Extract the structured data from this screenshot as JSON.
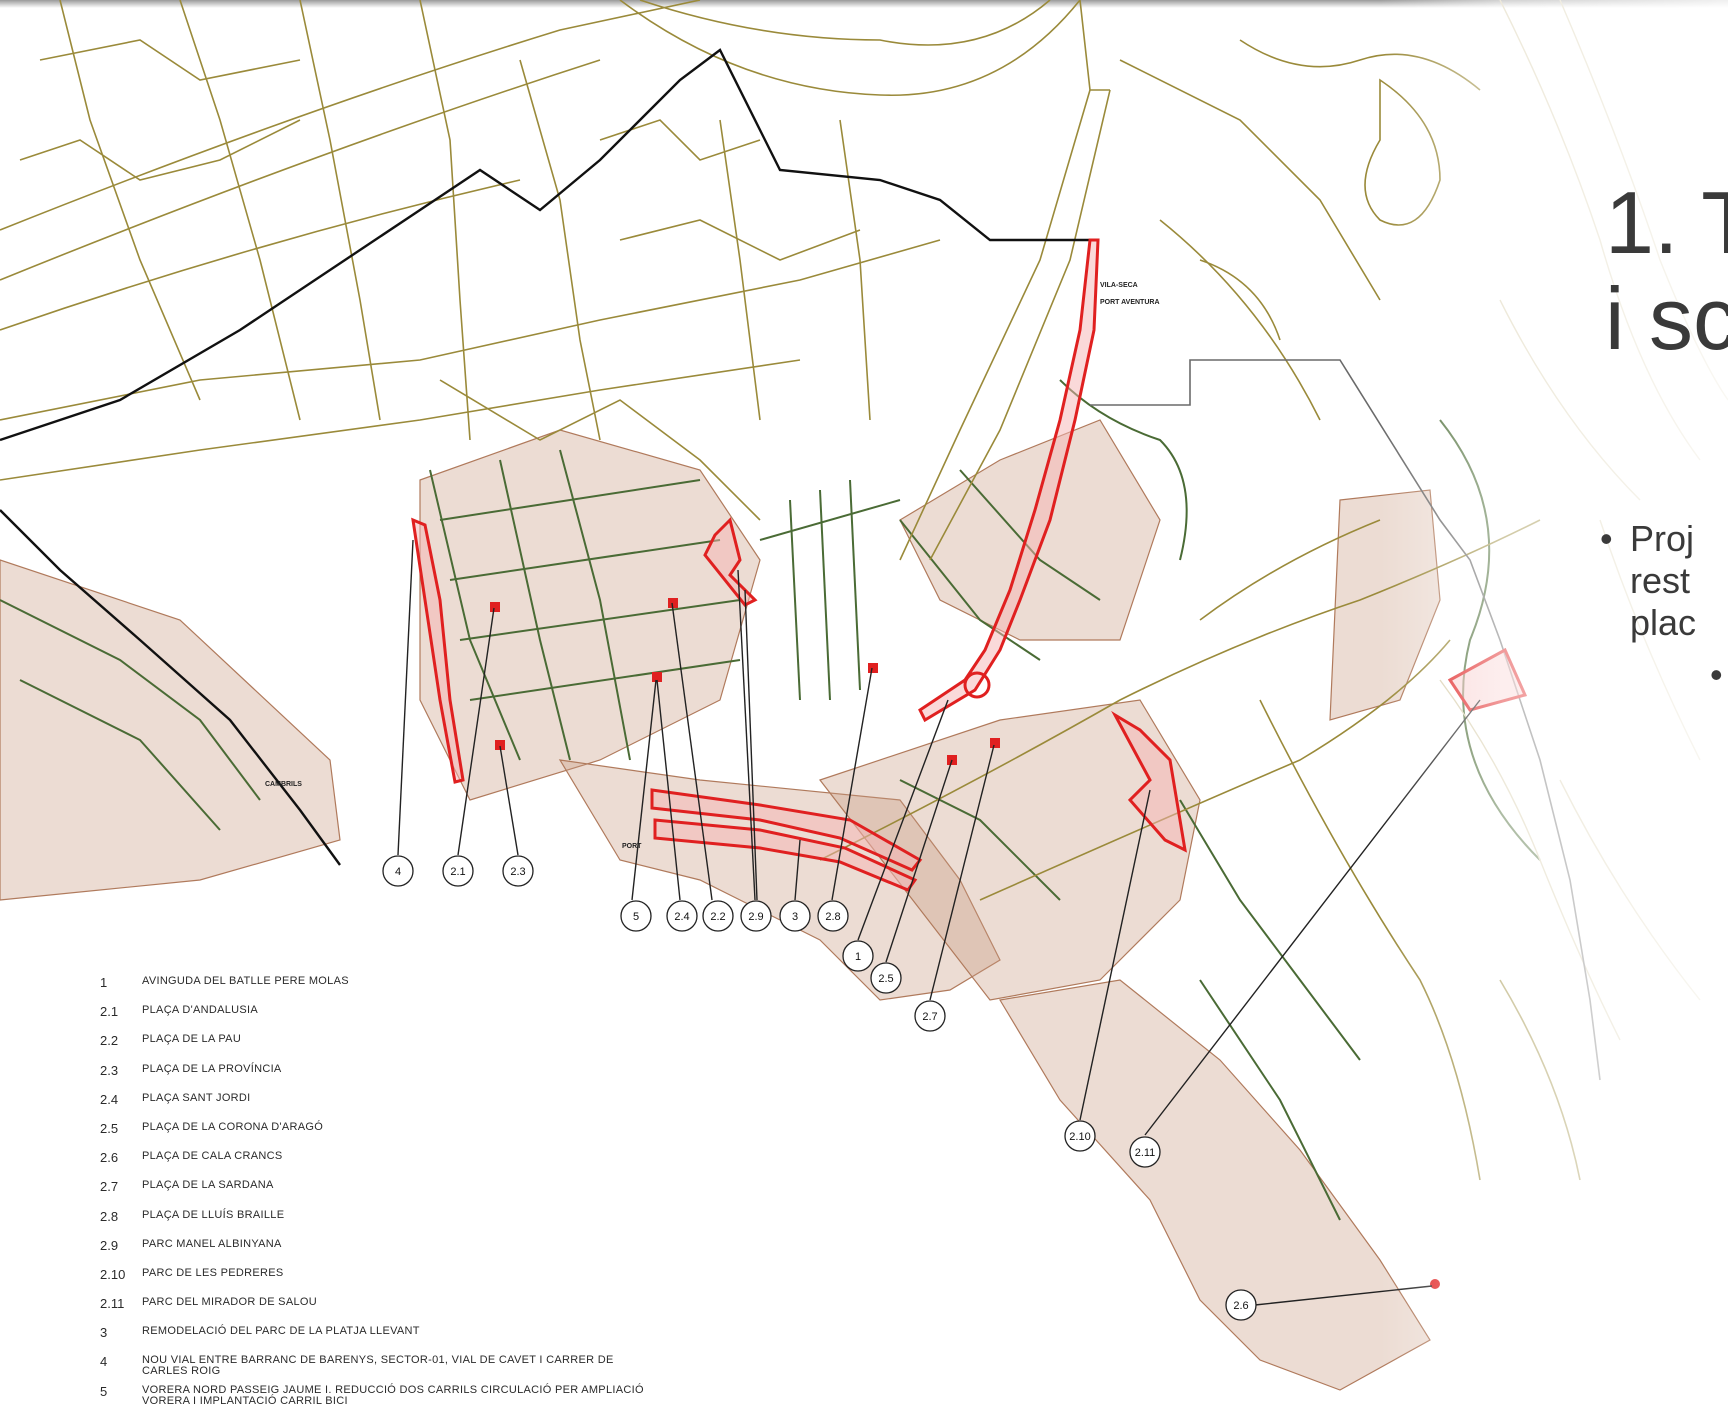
{
  "slide": {
    "title_line1": "1. T",
    "title_line2": "i sc",
    "bullet1_line1": "Proj",
    "bullet1_line2": "rest",
    "bullet1_line3": "plac",
    "bullet2": "•"
  },
  "map": {
    "place_labels": [
      "CAMBRILS",
      "PORT",
      "VILA-SECA",
      "PORT AVENTURA"
    ],
    "markers": [
      {
        "id": "1",
        "label": "1"
      },
      {
        "id": "2.1",
        "label": "2.1"
      },
      {
        "id": "2.2",
        "label": "2.2"
      },
      {
        "id": "2.3",
        "label": "2.3"
      },
      {
        "id": "2.4",
        "label": "2.4"
      },
      {
        "id": "2.5",
        "label": "2.5"
      },
      {
        "id": "2.6",
        "label": "2.6"
      },
      {
        "id": "2.7",
        "label": "2.7"
      },
      {
        "id": "2.8",
        "label": "2.8"
      },
      {
        "id": "2.9",
        "label": "2.9"
      },
      {
        "id": "2.10",
        "label": "2.10"
      },
      {
        "id": "2.11",
        "label": "2.11"
      },
      {
        "id": "3",
        "label": "3"
      },
      {
        "id": "4",
        "label": "4"
      },
      {
        "id": "5",
        "label": "5"
      }
    ],
    "colors": {
      "roads": "#9a8a3a",
      "green": "#4a6b35",
      "urban": "#b9866a",
      "highlight": "#e02020",
      "boundary": "#111111"
    }
  },
  "legend": [
    {
      "key": "1",
      "text": "AVINGUDA DEL BATLLE PERE MOLAS"
    },
    {
      "key": "2.1",
      "text": "PLAÇA D'ANDALUSIA"
    },
    {
      "key": "2.2",
      "text": "PLAÇA DE LA PAU"
    },
    {
      "key": "2.3",
      "text": "PLAÇA DE LA PROVÍNCIA"
    },
    {
      "key": "2.4",
      "text": "PLAÇA SANT JORDI"
    },
    {
      "key": "2.5",
      "text": "PLAÇA DE LA CORONA D'ARAGÓ"
    },
    {
      "key": "2.6",
      "text": "PLAÇA DE CALA CRANCS"
    },
    {
      "key": "2.7",
      "text": "PLAÇA DE LA SARDANA"
    },
    {
      "key": "2.8",
      "text": "PLAÇA DE LLUÍS BRAILLE"
    },
    {
      "key": "2.9",
      "text": "PARC MANEL ALBINYANA"
    },
    {
      "key": "2.10",
      "text": "PARC DE LES PEDRERES"
    },
    {
      "key": "2.11",
      "text": "PARC DEL MIRADOR DE SALOU"
    },
    {
      "key": "3",
      "text": "REMODELACIÓ DEL PARC DE LA PLATJA LLEVANT"
    },
    {
      "key": "4",
      "text": "NOU VIAL ENTRE BARRANC DE BARENYS, SECTOR-01, VIAL DE CAVET I CARRER DE CARLES ROIG"
    },
    {
      "key": "5",
      "text": "VORERA NORD PASSEIG JAUME I. REDUCCIÓ DOS CARRILS CIRCULACIÓ PER AMPLIACIÓ VORERA I IMPLANTACIÓ CARRIL BICI"
    }
  ]
}
